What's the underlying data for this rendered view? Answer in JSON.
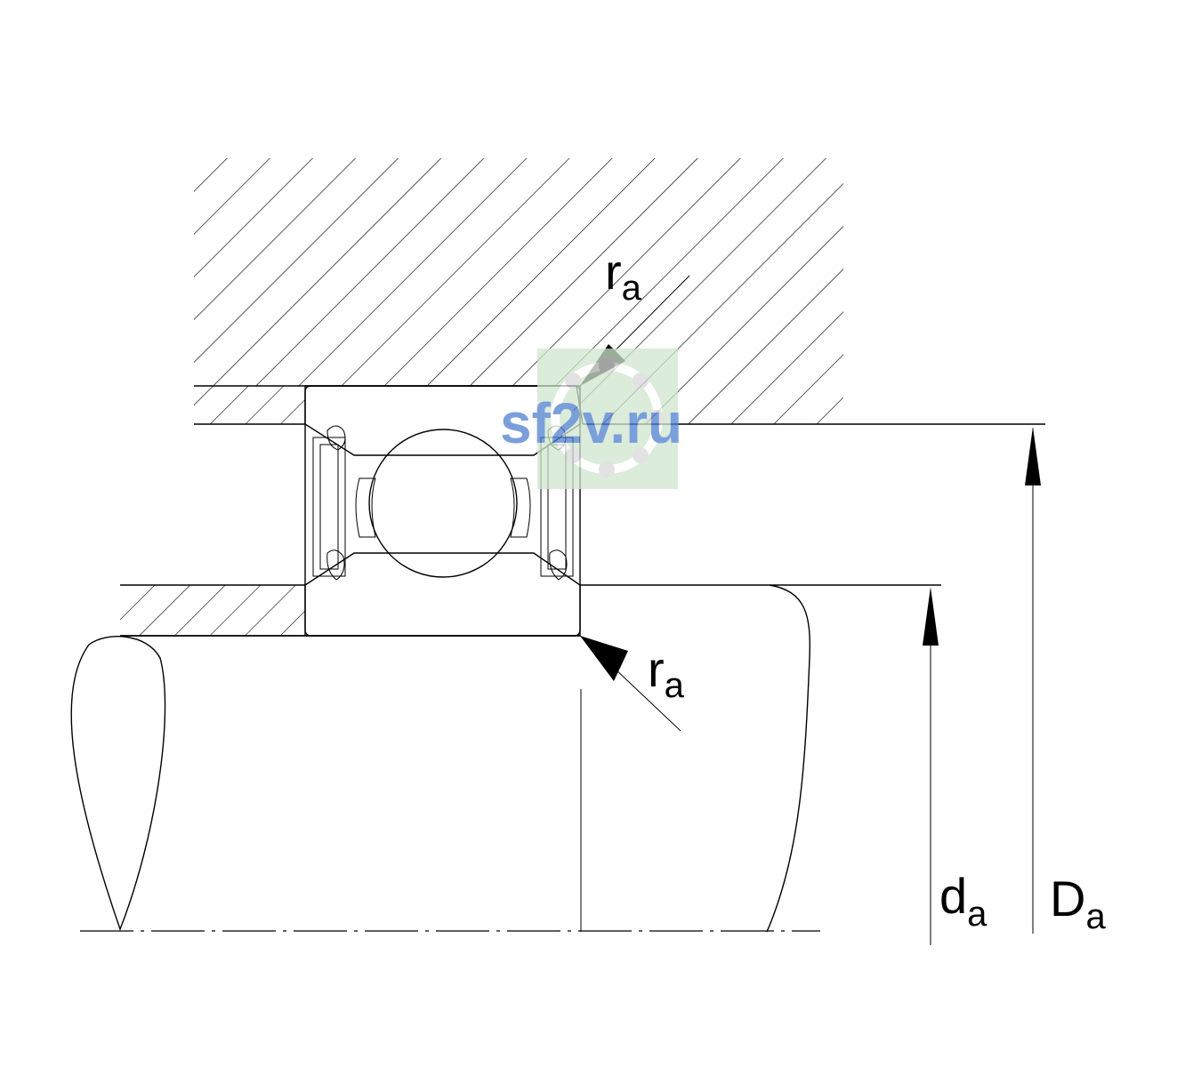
{
  "labels": {
    "ra_top": {
      "main": "r",
      "sub": "a"
    },
    "ra_bottom": {
      "main": "r",
      "sub": "a"
    },
    "da": {
      "main": "d",
      "sub": "a"
    },
    "Da": {
      "main": "D",
      "sub": "a"
    }
  },
  "watermark": {
    "text": "sf2v.ru",
    "text_color": "#4f7fd0",
    "bg_color": "#cfe6cf"
  },
  "colors": {
    "line": "#000000",
    "background": "#ffffff"
  }
}
